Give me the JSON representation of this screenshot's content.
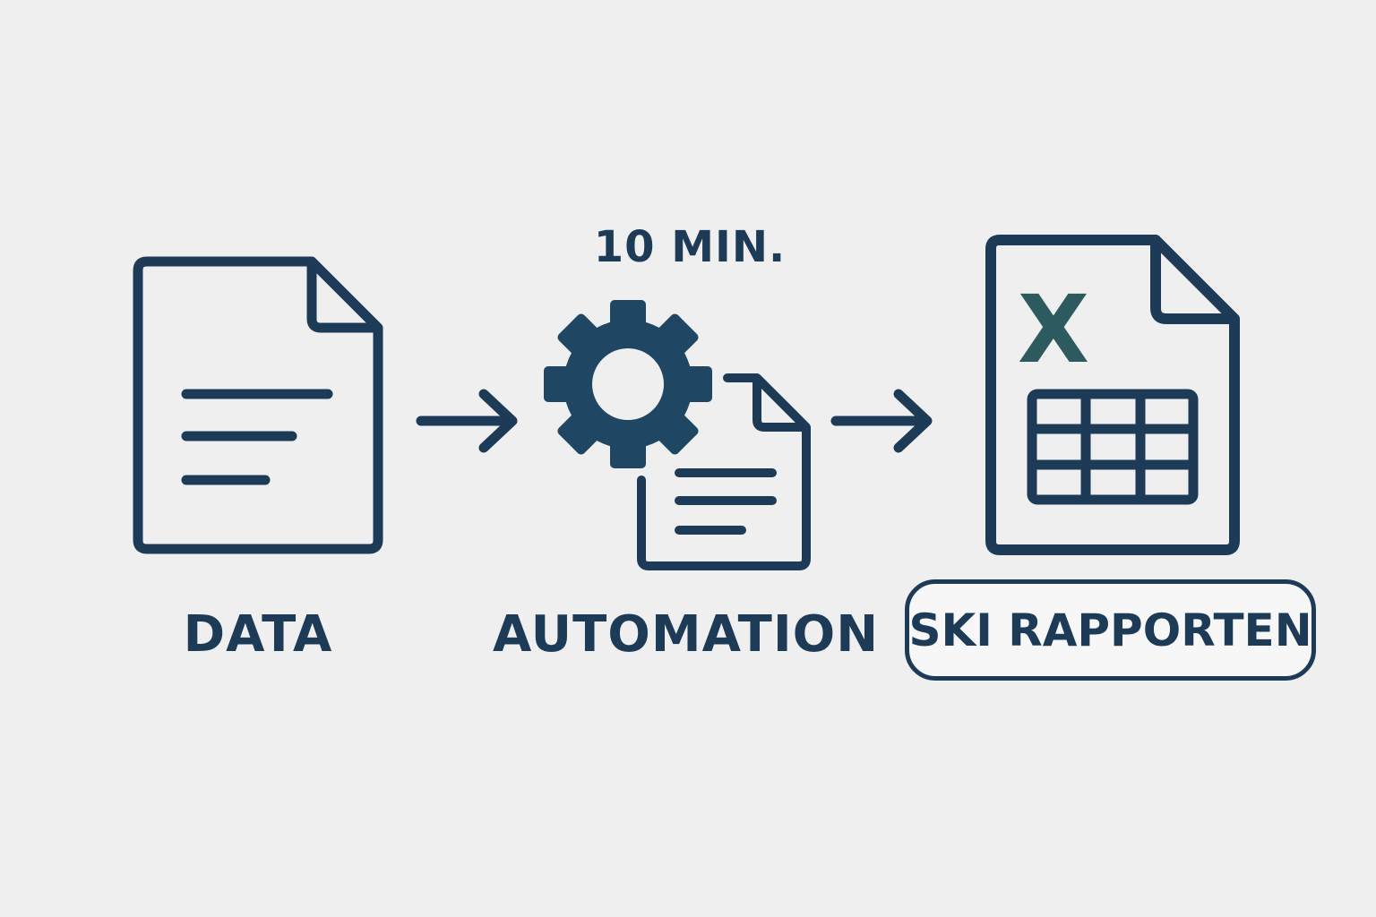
{
  "steps": {
    "data_label": "DATA",
    "automation_label": "AUTOMATION",
    "duration_label": "10 MIN.",
    "report_label": "SKI RAPPORTEN"
  },
  "icons": {
    "source": "document-icon",
    "flow_1": "arrow-right-icon",
    "automation": "gear-icon",
    "automation_doc": "document-icon",
    "flow_2": "arrow-right-icon",
    "output": "spreadsheet-file-icon",
    "output_letter": "X"
  },
  "colors": {
    "background": "#efefef",
    "ink": "#1d3b57",
    "gear": "#1f4662",
    "excel_x": "#2d5a5e"
  }
}
